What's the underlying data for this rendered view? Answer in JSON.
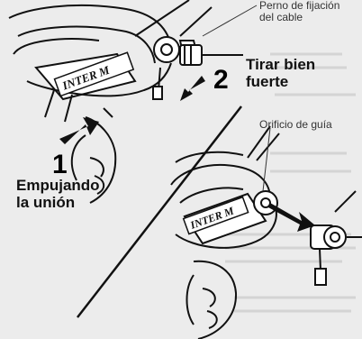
{
  "labels": {
    "cable_bolt_line1": "Perno de fijación",
    "cable_bolt_line2": "del cable",
    "pull_line1": "Tirar bien",
    "pull_line2": "fuerte",
    "guide_hole": "Orificio de guía",
    "push_line1": "Empujando",
    "push_line2": "la unión"
  },
  "steps": {
    "step1": "1",
    "step2": "2"
  },
  "brand": {
    "logo_text_top": "INTER M",
    "logo_text_bottom": "INTER M"
  },
  "colors": {
    "background": "#ececec",
    "ink": "#111111",
    "faded_text": "#c8c8c8"
  }
}
